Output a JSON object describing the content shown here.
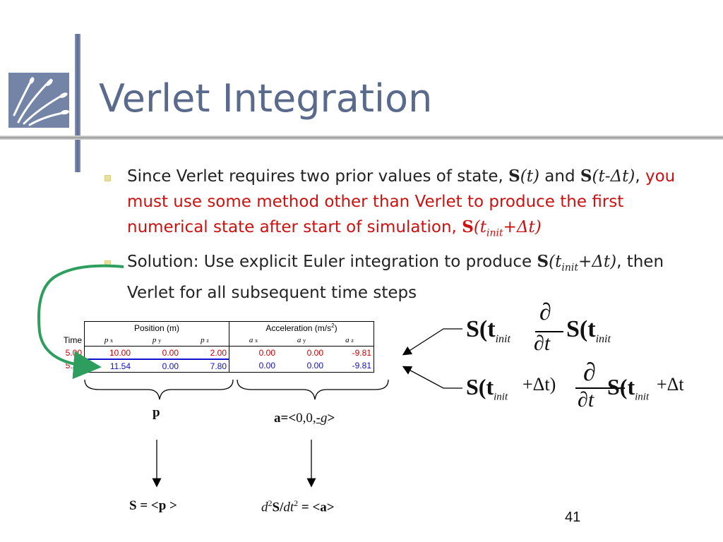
{
  "title": "Verlet Integration",
  "bullets": {
    "b1_text": "Since Verlet requires two prior values of state, ",
    "b1_s": "S",
    "b1_t1": "(t)",
    "b1_and": " and ",
    "b1_s2": "S",
    "b1_t2": "(t-Δt)",
    "b1_comma": ",",
    "b1_red": "you must use some method other than Verlet to produce the first numerical state after start of simulation, ",
    "b1_red_s": "S",
    "b1_red_t": "(t",
    "b1_red_init": "init",
    "b1_red_end": "+Δt)",
    "b2_text": "Solution: Use explicit Euler integration to produce ",
    "b2_s": "S",
    "b2_t": "(t",
    "b2_init": "init",
    "b2_end": "+Δt)",
    "b2_rest": ", then Verlet for all subsequent time steps"
  },
  "table": {
    "group_position": "Position (m)",
    "group_accel": "Acceleration (m/s",
    "group_accel_sup": "2",
    "group_accel_close": ")",
    "time_header": "Time",
    "sub_headers": [
      {
        "letter": "p",
        "sub": "x"
      },
      {
        "letter": "p",
        "sub": "y"
      },
      {
        "letter": "p",
        "sub": "z"
      },
      {
        "letter": "a",
        "sub": "x"
      },
      {
        "letter": "a",
        "sub": "y"
      },
      {
        "letter": "a",
        "sub": "z"
      }
    ],
    "rows": [
      {
        "time": "5.00",
        "px": "10.00",
        "py": "0.00",
        "pz": "2.00",
        "ax": "0.00",
        "ay": "0.00",
        "az": "-9.81"
      },
      {
        "time": "5.20",
        "px": "11.54",
        "py": "0.00",
        "pz": "7.80",
        "ax": "0.00",
        "ay": "0.00",
        "az": "-9.81"
      }
    ]
  },
  "labels": {
    "p": "p",
    "a_prefix": "a=<",
    "a_vals": "0,0,",
    "a_neg": "-",
    "a_g": "g",
    "a_close": ">",
    "s_eq": "S = <p >",
    "d_prefix": "d",
    "d_sup": "2",
    "d_S": "S/",
    "d_dt": "dt",
    "d_sup2": "2",
    "d_eq": " = <a>"
  },
  "equations": {
    "eq1_left": "S(t",
    "eq1_left_sub": "init",
    "eq1_num": "∂",
    "eq1_den": "∂t",
    "eq1_right": "S(t",
    "eq1_right_sub": "init",
    "eq2_left": "S(t",
    "eq2_left_sub": "init",
    "eq2_plus": "+Δt)",
    "eq2_num": "∂",
    "eq2_den": "∂t",
    "eq2_right": "S(t",
    "eq2_right_sub": "init",
    "eq2_right_plus": "+Δt"
  },
  "slide_number": "41",
  "colors": {
    "title": "#5a6a8c",
    "red_text": "#cc1111",
    "arrow_green": "#2e9e5e",
    "row_blue": "#1010cc"
  }
}
